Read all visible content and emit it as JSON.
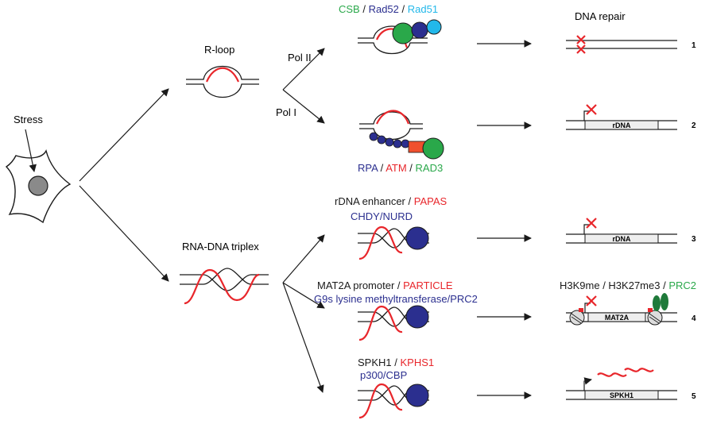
{
  "colors": {
    "black": "#1a1a1a",
    "red": "#e8262b",
    "green": "#2aa84a",
    "blue": "#2b2f8f",
    "cyan": "#22b8ea",
    "orange": "#f0502e",
    "dark_green": "#1f7a3a",
    "grey": "#8a8a8a",
    "box_fill": "#eeeeee"
  },
  "left": {
    "stress_label": "Stress",
    "rloop_label": "R-loop",
    "triplex_label": "RNA-DNA triplex"
  },
  "branches": {
    "pol2_label": "Pol II",
    "pol1_label": "Pol I"
  },
  "rows": [
    {
      "number": "1",
      "factors": [
        {
          "text": "CSB",
          "color": "green"
        },
        {
          "text": " / ",
          "color": "black"
        },
        {
          "text": "Rad52",
          "color": "blue"
        },
        {
          "text": " / ",
          "color": "black"
        },
        {
          "text": "Rad51",
          "color": "cyan"
        }
      ],
      "outcome_title": "DNA repair"
    },
    {
      "number": "2",
      "factors": [
        {
          "text": "RPA",
          "color": "blue"
        },
        {
          "text": " / ",
          "color": "black"
        },
        {
          "text": "ATM",
          "color": "red"
        },
        {
          "text": " / ",
          "color": "black"
        },
        {
          "text": "RAD3",
          "color": "green"
        }
      ],
      "gene_box": "rDNA"
    },
    {
      "number": "3",
      "factors_line1": [
        {
          "text": "rDNA enhancer",
          "color": "black"
        },
        {
          "text": " / ",
          "color": "black"
        },
        {
          "text": "PAPAS",
          "color": "red"
        }
      ],
      "factors_line2": [
        {
          "text": "CHDY/NURD",
          "color": "blue"
        }
      ],
      "gene_box": "rDNA"
    },
    {
      "number": "4",
      "factors_line1": [
        {
          "text": "MAT2A promoter",
          "color": "black"
        },
        {
          "text": " / ",
          "color": "black"
        },
        {
          "text": "PARTICLE",
          "color": "red"
        }
      ],
      "factors_line2": [
        {
          "text": "G9s lysine methyltransferase/PRC2",
          "color": "blue"
        }
      ],
      "outcome_line": [
        {
          "text": "H3K9me",
          "color": "black"
        },
        {
          "text": " / ",
          "color": "black"
        },
        {
          "text": "H3K27me3",
          "color": "black"
        },
        {
          "text": " / ",
          "color": "black"
        },
        {
          "text": "PRC2",
          "color": "green"
        }
      ],
      "gene_box": "MAT2A"
    },
    {
      "number": "5",
      "factors_line1": [
        {
          "text": "SPKH1",
          "color": "black"
        },
        {
          "text": " / ",
          "color": "black"
        },
        {
          "text": "KPHS1",
          "color": "red"
        }
      ],
      "factors_line2": [
        {
          "text": "p300/CBP",
          "color": "blue"
        }
      ],
      "gene_box": "SPKH1"
    }
  ]
}
